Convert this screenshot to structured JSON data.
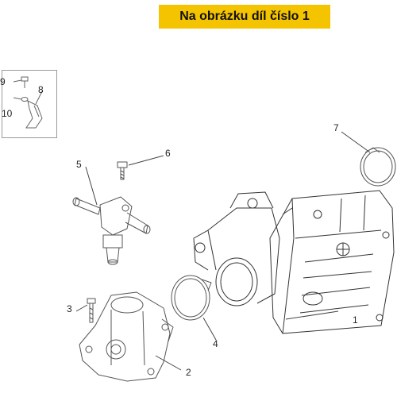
{
  "banner": {
    "text": "Na obrázku díl číslo 1"
  },
  "callouts": {
    "c1": "1",
    "c2": "2",
    "c3": "3",
    "c4": "4",
    "c5": "5",
    "c6": "6",
    "c7": "7",
    "c8": "8",
    "c9": "9",
    "c10": "10"
  },
  "colors": {
    "banner": "#f5c400",
    "line": "#555555",
    "highlight": "#333333"
  }
}
